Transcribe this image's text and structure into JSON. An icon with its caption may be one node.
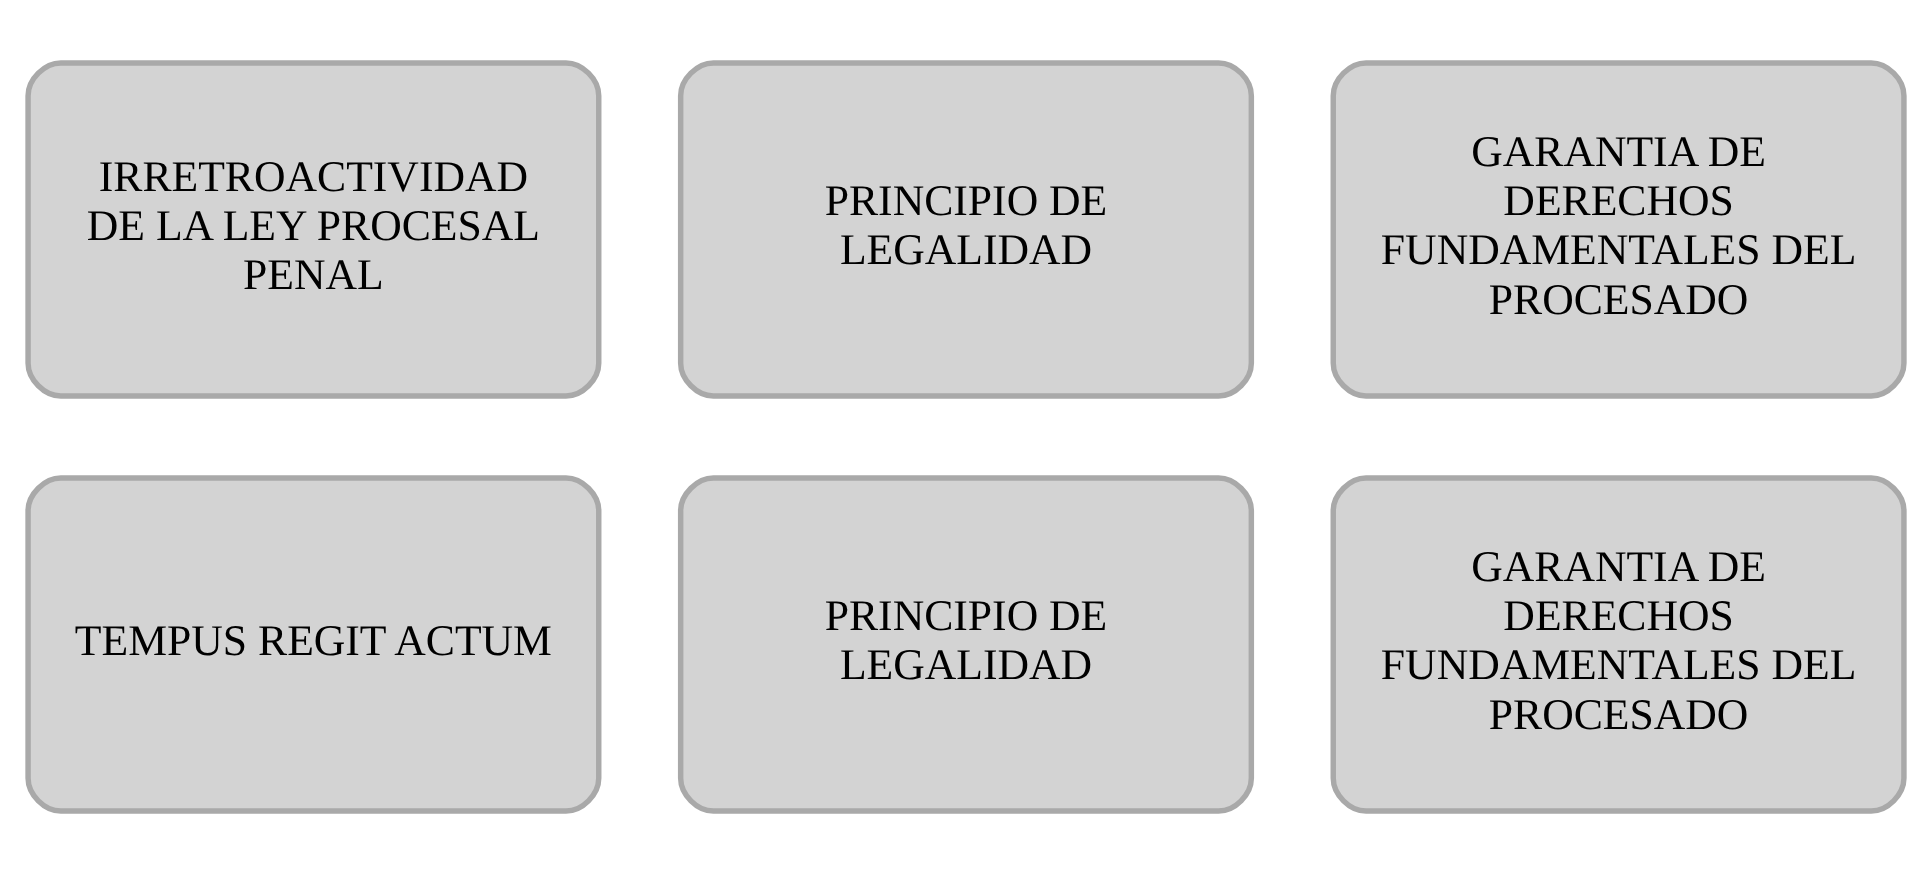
{
  "diagram": {
    "nodes": [
      {
        "text": [
          "IRRETROACTIVIDAD DE LA LEY PROCESAL PENAL"
        ]
      },
      {
        "text": [
          "PRINCIPIO DE LEGALIDAD"
        ]
      },
      {
        "text": [
          "GARANTIA DE DERECHOS FUNDAMENTALES DEL PROCESADO"
        ]
      },
      {
        "text": [
          "TEMPUS REGIT ACTUM"
        ]
      },
      {
        "text": [
          "PRINCIPIO DE LEGALIDAD"
        ]
      },
      {
        "text": [
          "GARANTIA DE DERECHOS FUNDAMENTALES DEL PROCESADO"
        ]
      }
    ]
  }
}
